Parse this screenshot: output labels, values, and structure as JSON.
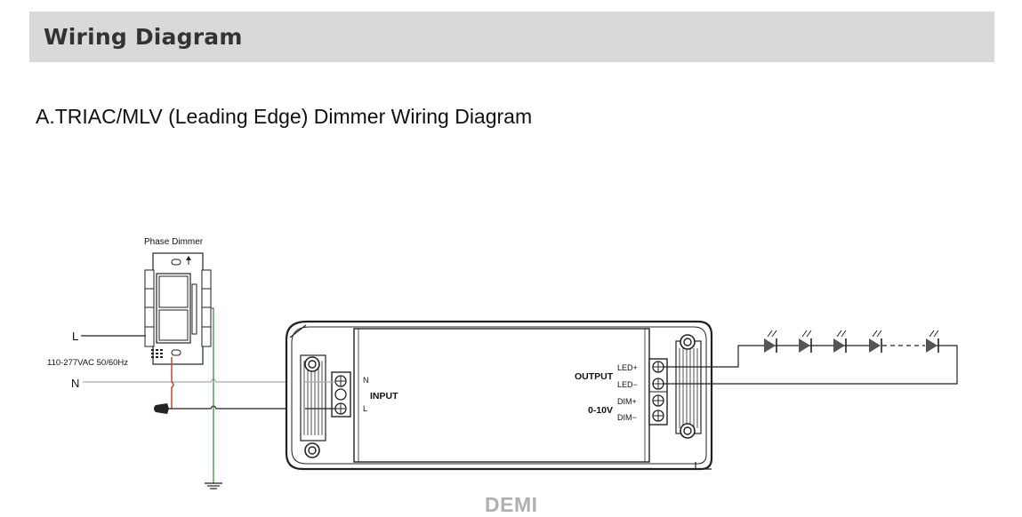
{
  "header": {
    "title": "Wiring Diagram"
  },
  "diagram_title": "A.TRIAC/MLV (Leading Edge) Dimmer Wiring Diagram",
  "labels": {
    "phase_dimmer": "Phase Dimmer",
    "line": "L",
    "neutral": "N",
    "voltage": "110-277VAC 50/60Hz",
    "input": "INPUT",
    "input_n": "N",
    "input_l": "L",
    "output": "OUTPUT",
    "led_plus": "LED+",
    "led_minus": "LED−",
    "dim_group": "0-10V",
    "dim_plus": "DIM+",
    "dim_minus": "DIM−"
  },
  "watermark": "DEMI",
  "colors": {
    "header_bg": "#d9d9d9",
    "ground_wire": "#2e8b2e",
    "dimmer_wire": "#c0392b",
    "neutral_wire": "#aaaaaa"
  }
}
